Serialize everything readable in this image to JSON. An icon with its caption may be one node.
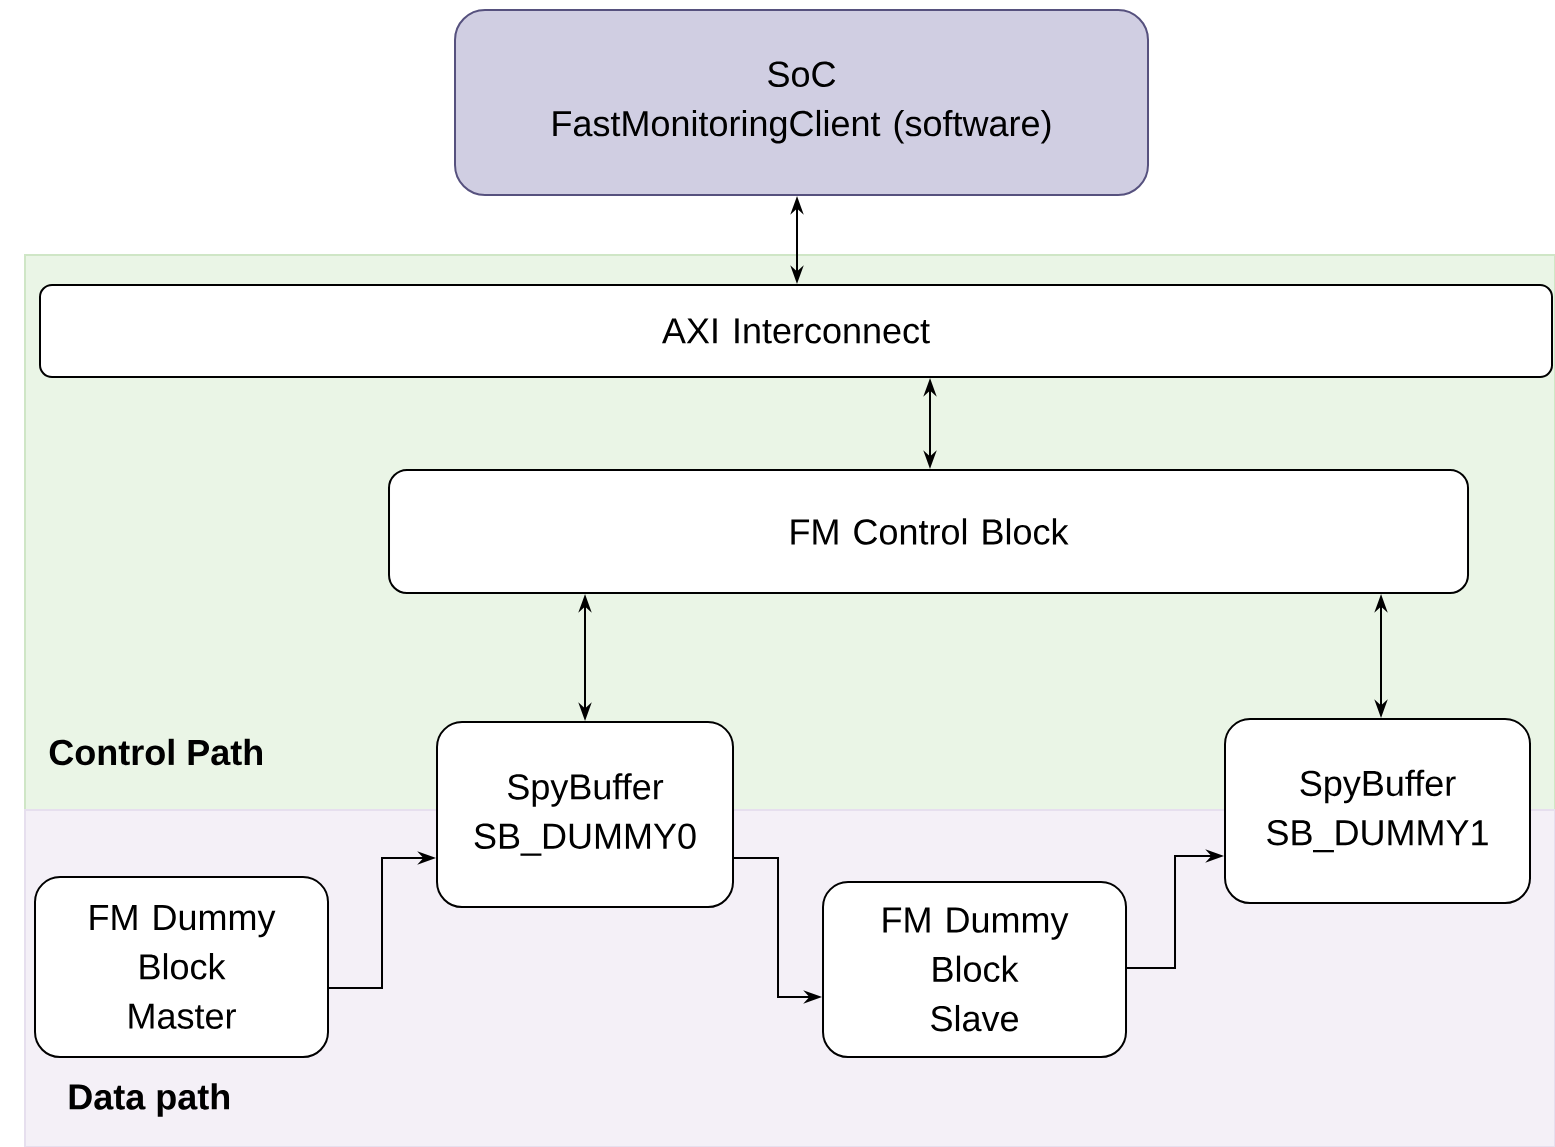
{
  "diagram": {
    "nodes": [
      {
        "text": [
          "Control Path"
        ]
      },
      {
        "text": [
          "Data path"
        ]
      },
      {
        "text": [
          "SoC FastMonitoringClient (software)"
        ]
      },
      {
        "text": [
          "AXI Interconnect"
        ],
        "in": 0
      },
      {
        "text": [
          "FM Control Block"
        ],
        "in": 0
      },
      {
        "text": [
          "SpyBuffer SB_DUMMY0"
        ]
      },
      {
        "text": [
          "SpyBuffer SB_DUMMY1"
        ]
      },
      {
        "text": [
          "FM Dummy Block Master"
        ],
        "in": 1
      },
      {
        "text": [
          "FM Dummy Block Slave"
        ],
        "in": 1
      }
    ],
    "edges": [
      {
        "from": 2,
        "to": 3,
        "arrow": "both"
      },
      {
        "from": 3,
        "to": 4,
        "arrow": "both"
      },
      {
        "from": 4,
        "to": 5,
        "arrow": "both"
      },
      {
        "from": 4,
        "to": 6,
        "arrow": "both"
      },
      {
        "from": 7,
        "to": 5,
        "arrow": "to"
      },
      {
        "from": 5,
        "to": 8,
        "arrow": "to"
      },
      {
        "from": 8,
        "to": 6,
        "arrow": "to"
      }
    ]
  }
}
